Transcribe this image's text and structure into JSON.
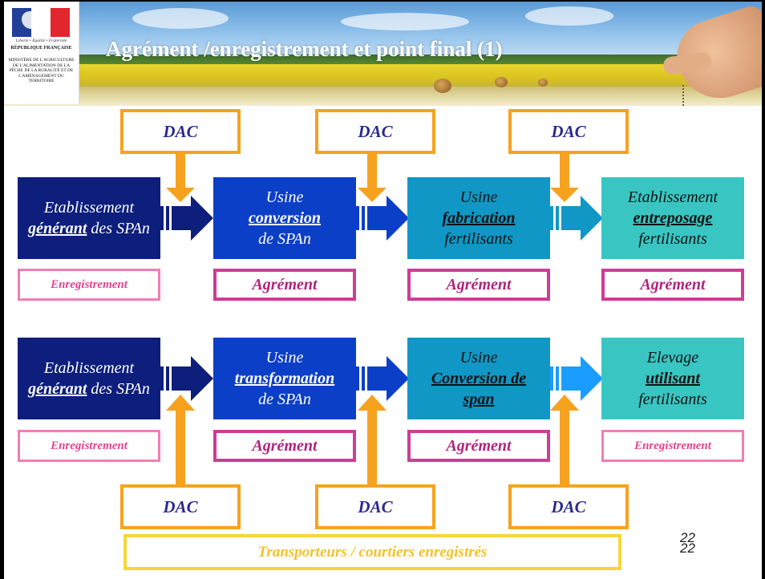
{
  "header": {
    "title": "Agrément /enregistrement et point final (1)",
    "logo": {
      "motto": "Liberté • Égalité • Fraternité",
      "republic": "RÉPUBLIQUE FRANÇAISE",
      "ministry": "MINISTÈRE DE L'AGRICULTURE DE L'ALIMENTATION DE LA PÊCHE DE LA RURALITÉ ET DE L'AMÉNAGEMENT DU TERRITOIRE"
    }
  },
  "dac_label": "DAC",
  "row1": {
    "boxes": [
      {
        "pre": "Etablissement",
        "kw": "générant",
        "post": "des SPAn",
        "status": "Enregistrement"
      },
      {
        "pre": "Usine",
        "kw": "conversion",
        "post": "de SPAn",
        "status": "Agrément"
      },
      {
        "pre": "Usine",
        "kw": "fabrication",
        "post": "fertilisants",
        "status": "Agrément"
      },
      {
        "pre": "Etablissement",
        "kw": "entreposage",
        "post": "fertilisants",
        "status": "Agrément"
      }
    ]
  },
  "row2": {
    "boxes": [
      {
        "pre": "Etablissement",
        "kw": "générant",
        "post": "des SPAn",
        "status": "Enregistrement"
      },
      {
        "pre": "Usine",
        "kw": "transformation",
        "post": "de SPAn",
        "status": "Agrément"
      },
      {
        "pre": "Usine",
        "kw": "Conversion de span",
        "post": "",
        "status": "Agrément"
      },
      {
        "pre": "Elevage",
        "kw": "utilisant",
        "post": "fertilisants",
        "status": "Enregistrement"
      }
    ]
  },
  "footer": {
    "transport": "Transporteurs / courtiers enregistrés",
    "page_number": "22"
  },
  "colors": {
    "box1": "#0e1e7c",
    "box2": "#0c3fc8",
    "box3": "#1097c6",
    "box4": "#39c6c3",
    "dac_orange": "#f7a21f",
    "agrement": "#cf3c96",
    "enregistrement": "#f37db5",
    "transport": "#f7d53a"
  }
}
